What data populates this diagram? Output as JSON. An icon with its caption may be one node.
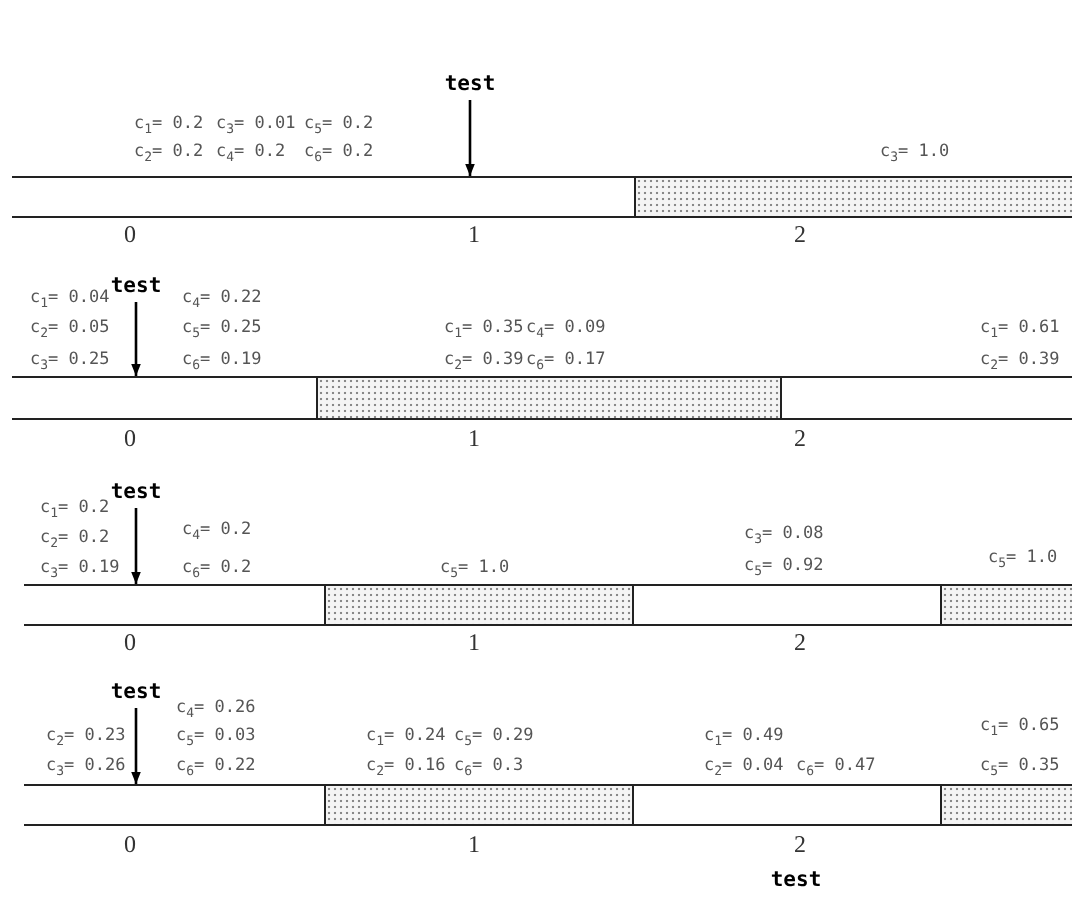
{
  "diagram": {
    "nodes": [
      {
        "text": [
          "test"
        ]
      },
      {
        "text": [
          "test"
        ]
      },
      {
        "text": [
          "test"
        ]
      },
      {
        "text": [
          "test"
        ]
      },
      {
        "text": [
          "test"
        ]
      },
      {
        "text": [],
        "shape": "bar"
      },
      {
        "text": [],
        "shape": "bar"
      },
      {
        "text": [],
        "shape": "bar"
      },
      {
        "text": [],
        "shape": "bar"
      },
      {
        "text": [],
        "shape": "bar"
      },
      {
        "text": [],
        "shape": "bar"
      },
      {
        "text": [],
        "shape": "bar"
      },
      {
        "text": [],
        "shape": "bar"
      },
      {
        "text": [],
        "shape": "bar"
      },
      {
        "text": [],
        "shape": "bar"
      },
      {
        "text": [],
        "shape": "bar"
      },
      {
        "text": [],
        "shape": "bar"
      },
      {
        "text": [],
        "shape": "bar"
      }
    ],
    "edges": [
      {
        "from": 0,
        "to": 5,
        "arrow": "to"
      },
      {
        "from": 1,
        "to": 7,
        "arrow": "to"
      },
      {
        "from": 2,
        "to": 10,
        "arrow": "to"
      },
      {
        "from": 3,
        "to": 14,
        "arrow": "to"
      }
    ],
    "labels": [
      "c$_{1}$= 0.2",
      "c$_{3}$= 0.01",
      "c$_{5}$= 0.2",
      "c$_{2}$= 0.2",
      "c$_{4}$= 0.2",
      "c$_{6}$= 0.2",
      "c$_{3}$= 1.0",
      "0",
      "1",
      "2",
      "c$_{1}$= 0.04",
      "c$_{4}$= 0.22",
      "c$_{2}$= 0.05",
      "c$_{5}$= 0.25",
      "c$_{1}$= 0.35",
      "c$_{4}$= 0.09",
      "c$_{1}$= 0.61",
      "c$_{3}$= 0.25",
      "c$_{6}$= 0.19",
      "c$_{2}$= 0.39",
      "c$_{6}$= 0.17",
      "c$_{2}$= 0.39",
      "0",
      "1",
      "2",
      "c$_{1}$= 0.2",
      "c$_{2}$= 0.2",
      "c$_{4}$= 0.2",
      "c$_{3}$= 0.08",
      "c$_{5}$= 1.0",
      "c$_{3}$= 0.19",
      "c$_{6}$= 0.2",
      "c$_{5}$= 1.0",
      "c$_{5}$= 0.92",
      "0",
      "1",
      "2",
      "c$_{4}$= 0.26",
      "c$_{1}$= 0.65",
      "c$_{2}$= 0.23",
      "c$_{5}$= 0.03",
      "c$_{1}$= 0.24",
      "c$_{5}$= 0.29",
      "c$_{1}$= 0.49",
      "c$_{3}$= 0.26",
      "c$_{6}$= 0.22",
      "c$_{2}$= 0.16",
      "c$_{6}$= 0.3",
      "c$_{2}$= 0.04",
      "c$_{6}$= 0.47",
      "c$_{5}$= 0.35",
      "0",
      "1",
      "2"
    ]
  }
}
